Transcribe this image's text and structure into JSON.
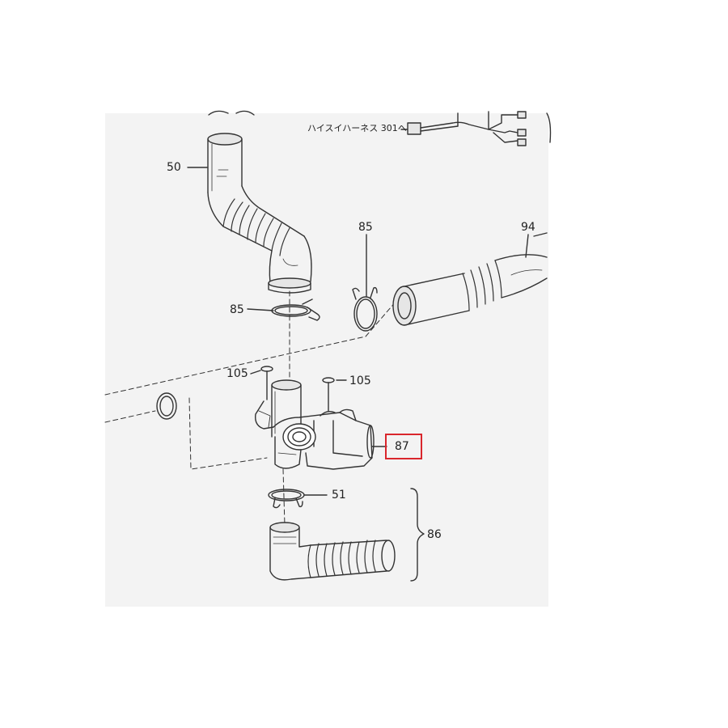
{
  "diagram": {
    "labels": {
      "harness": "ハイスイハーネス 301へ",
      "part_50": "50",
      "part_85_upper": "85",
      "part_94": "94",
      "part_85_lower": "85",
      "part_105_left": "105",
      "part_105_right": "105",
      "part_87": "87",
      "part_51": "51",
      "part_86": "86"
    },
    "highlight": {
      "target": "87",
      "color": "#d9262c"
    },
    "colors": {
      "line": "#333333",
      "panel": "#f3f3f3",
      "hose_fill": "#e6e6e6"
    }
  }
}
